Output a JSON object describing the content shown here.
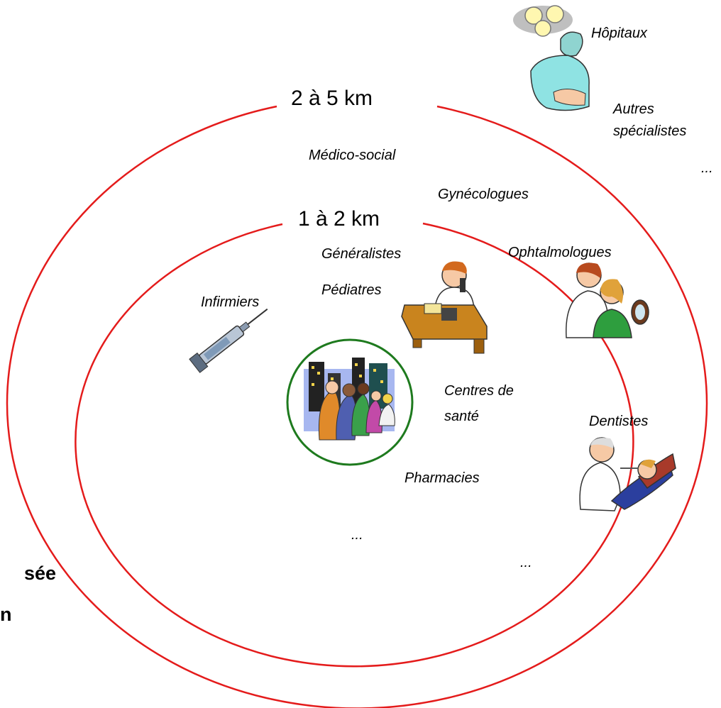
{
  "rings": {
    "outer_label": "2 à 5 km",
    "inner_label": "1 à 2 km"
  },
  "labels": {
    "hopitaux": "Hôpitaux",
    "autres_line1": "Autres",
    "autres_line2": "spécialistes",
    "outer_ellipsis_top": "...",
    "medico_social": "Médico-social",
    "gynecologues": "Gynécologues",
    "ophtalmologues": "Ophtalmologues",
    "generalistes": "Généralistes",
    "pediatres": "Pédiatres",
    "infirmiers": "Infirmiers",
    "centres_line1": "Centres de",
    "centres_line2": "santé",
    "dentistes": "Dentistes",
    "pharmacies": "Pharmacies",
    "inner_ellipsis": "...",
    "outer_ellipsis_bottom": "..."
  },
  "cropped_text": {
    "line1": "sée",
    "line2": "n"
  },
  "colors": {
    "ring": "#e41b1b",
    "center": "#1e7a1e"
  },
  "icons": [
    "surgeon-icon",
    "syringe-icon",
    "doctor-phone-icon",
    "optician-icon",
    "dentist-icon",
    "community-icon"
  ]
}
